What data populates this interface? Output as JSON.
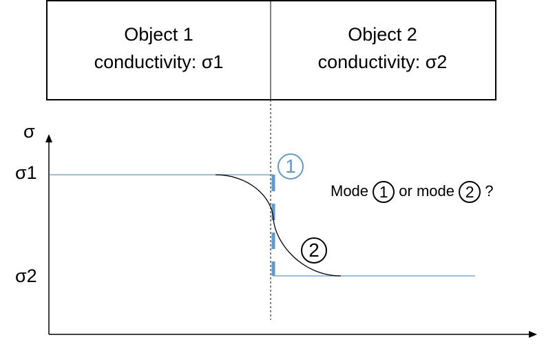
{
  "objects": [
    {
      "name": "Object 1",
      "property": "conductivity: σ1"
    },
    {
      "name": "Object 2",
      "property": "conductivity: σ2"
    }
  ],
  "axis": {
    "y_label": "σ",
    "tick_high": "σ1",
    "tick_low": "σ2"
  },
  "modes": {
    "mode1_marker": "1",
    "mode2_marker": "2",
    "question_prefix": "Mode",
    "question_middle": "or mode",
    "question_suffix": "?"
  },
  "colors": {
    "mode1": "#5b9bd5",
    "mode2": "#000000"
  }
}
